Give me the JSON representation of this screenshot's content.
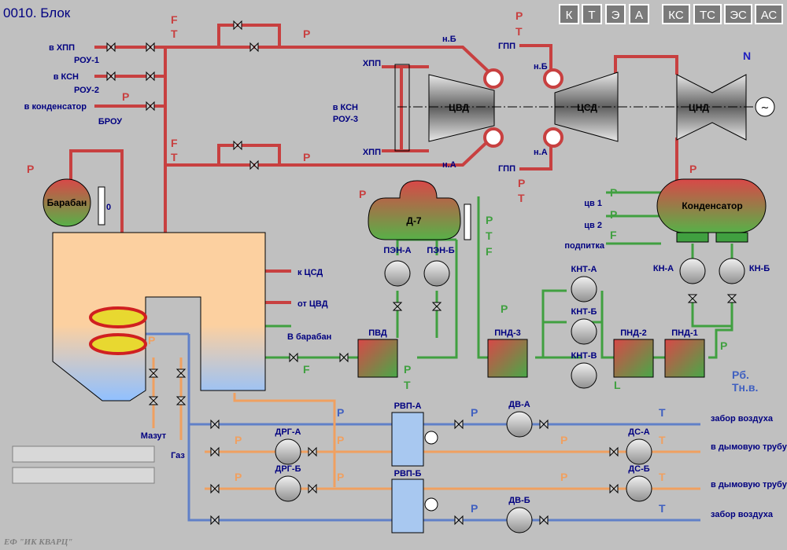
{
  "header": {
    "title": "0010. Блок"
  },
  "toolbar": [
    {
      "label": "К"
    },
    {
      "label": "Т"
    },
    {
      "label": "Э"
    },
    {
      "label": "А"
    },
    {
      "label": "КС"
    },
    {
      "label": "ТС"
    },
    {
      "label": "ЭС"
    },
    {
      "label": "АС"
    }
  ],
  "colors": {
    "background": "#c0c0c0",
    "steam": "#c84040",
    "water": "#40a040",
    "air": "#4060c0",
    "flue": "#e8a860",
    "furnace": "#fcd0a0"
  },
  "equipment": {
    "drum": "Барабан",
    "drum_level": "0",
    "hp_turbine": "ЦВД",
    "ip_turbine": "ЦСД",
    "lp_turbine": "ЦНД",
    "deaerator": "Д-7",
    "condenser": "Конденсатор",
    "pen_a": "ПЭН-А",
    "pen_b": "ПЭН-Б",
    "pvd": "ПВД",
    "pnd3": "ПНД-3",
    "pnd2": "ПНД-2",
    "pnd1": "ПНД-1",
    "knt_a": "КНТ-А",
    "knt_b": "КНТ-Б",
    "knt_v": "КНТ-В",
    "kn_a": "КН-А",
    "kn_b": "КН-Б",
    "rvp_a": "РВП-А",
    "rvp_b": "РВП-Б",
    "dv_a": "ДВ-А",
    "dv_b": "ДВ-Б",
    "dc_a": "ДС-А",
    "dc_b": "ДС-Б",
    "drg_a": "ДРГ-А",
    "drg_b": "ДРГ-Б",
    "generator": "N"
  },
  "labels": {
    "to_hpp": "в ХПП",
    "rou1": "РОУ-1",
    "to_ksn": "в КСН",
    "rou2": "РОУ-2",
    "to_cond": "в конденсатор",
    "brou": "БРОУ",
    "hpp": "ХПП",
    "to_ksn3": "в КСН",
    "rou3": "РОУ-3",
    "nb": "н.Б",
    "na": "н.А",
    "gpp": "ГПП",
    "to_csd": "к ЦСД",
    "from_cvd": "от ЦВД",
    "to_drum": "В барабан",
    "mazut": "Мазут",
    "gas": "Газ",
    "cv1": "цв 1",
    "cv2": "цв 2",
    "podpitka": "подпитка",
    "air_intake": "забор воздуха",
    "to_stack": "в дымовую трубу",
    "pb": "Рб.",
    "tnv": "Тн.в.",
    "footer": "ЕФ \"ИК КВАРЦ\""
  },
  "signals": {
    "P": "Р",
    "T": "Т",
    "F": "F",
    "L": "L"
  }
}
